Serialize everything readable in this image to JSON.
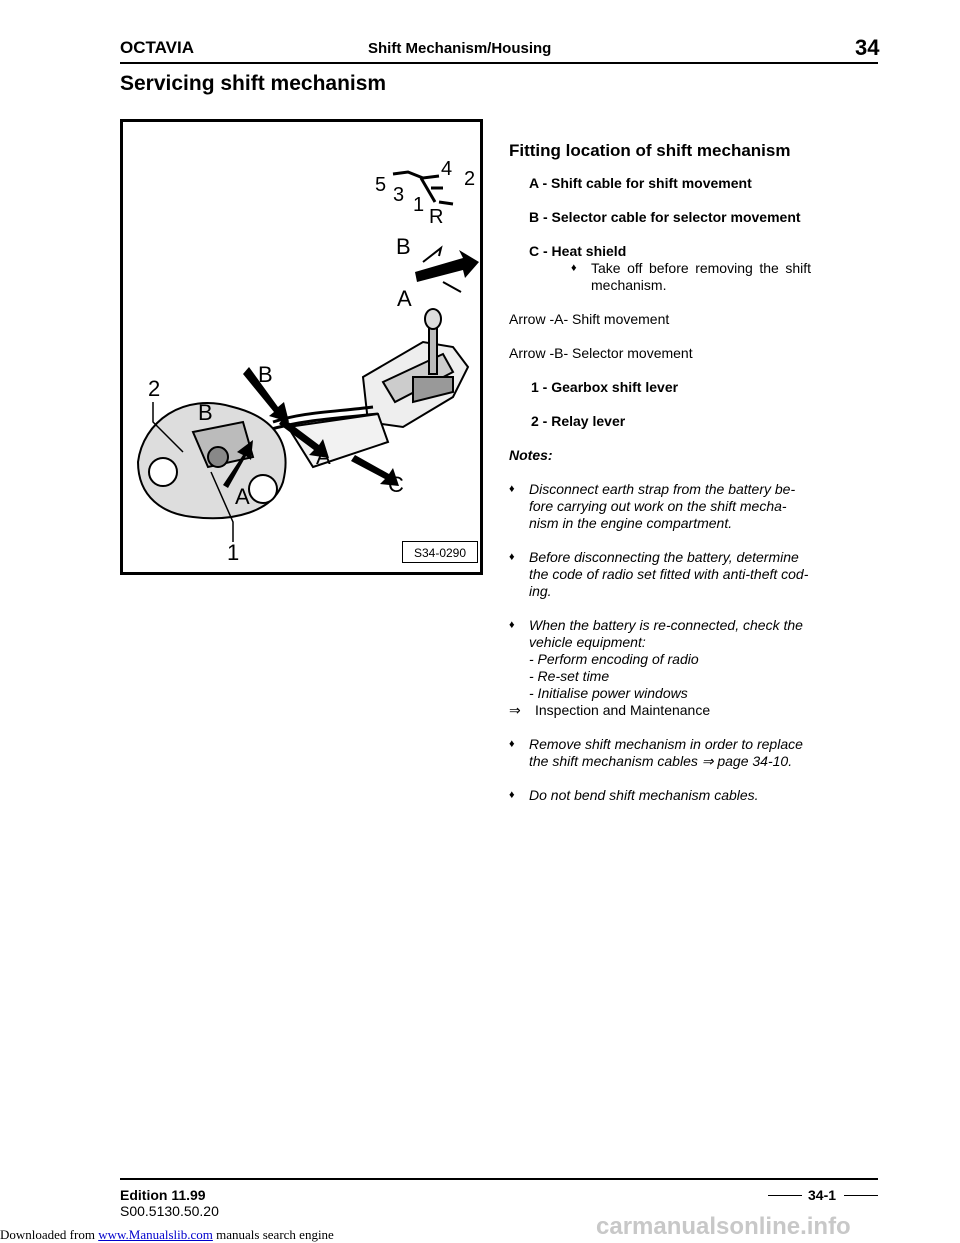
{
  "header": {
    "brand": "OCTAVIA",
    "section": "Shift Mechanism/Housing",
    "chapter": "34"
  },
  "page_title": "Servicing shift mechanism",
  "figure": {
    "code": "S34-0290",
    "gear_pattern": [
      "5",
      "3",
      "1",
      "4",
      "2",
      "R"
    ],
    "labels": {
      "B_top": "B",
      "A_top": "A",
      "two": "2",
      "B_left": "B",
      "B_mid": "B",
      "A_mid": "A",
      "A_low": "A",
      "C": "C",
      "one": "1"
    }
  },
  "content": {
    "heading": "Fitting location of shift mechanism",
    "legend": [
      {
        "key": "A - Shift cable for shift movement"
      },
      {
        "key": "B - Selector cable for selector movement"
      },
      {
        "key": "C - Heat shield",
        "sub": "Take off before removing the shift mechanism."
      }
    ],
    "arrows": [
      "Arrow -A- Shift movement",
      "Arrow -B- Selector movement"
    ],
    "parts": [
      "1 - Gearbox shift lever",
      "2 - Relay lever"
    ],
    "notes_heading": "Notes:",
    "notes": [
      {
        "text": "Disconnect earth strap from the battery be-fore carrying out work on the shift mecha-nism in the engine compartment."
      },
      {
        "text": "Before disconnecting the battery, determine the code of radio set fitted with anti-theft cod-ing."
      },
      {
        "text": "When the battery is re-connected, check the vehicle equipment:",
        "lines": [
          "- Perform encoding of radio",
          "- Re-set time",
          "- Initialise power windows"
        ],
        "xref_arrow": "⇒",
        "xref": "Inspection and Maintenance"
      },
      {
        "text": "Remove shift mechanism in order to replace the shift mechanism cables ⇒ page 34-10."
      },
      {
        "text": "Do not bend shift mechanism cables."
      }
    ],
    "bullet_symbol": "♦"
  },
  "footer": {
    "edition": "Edition 11.99",
    "code": "S00.5130.50.20",
    "page": "34-1"
  },
  "download_notice": {
    "prefix": "Downloaded from",
    "link": "www.Manualslib.com",
    "suffix": "manuals search engine"
  },
  "watermark": "carmanualsonline.info"
}
